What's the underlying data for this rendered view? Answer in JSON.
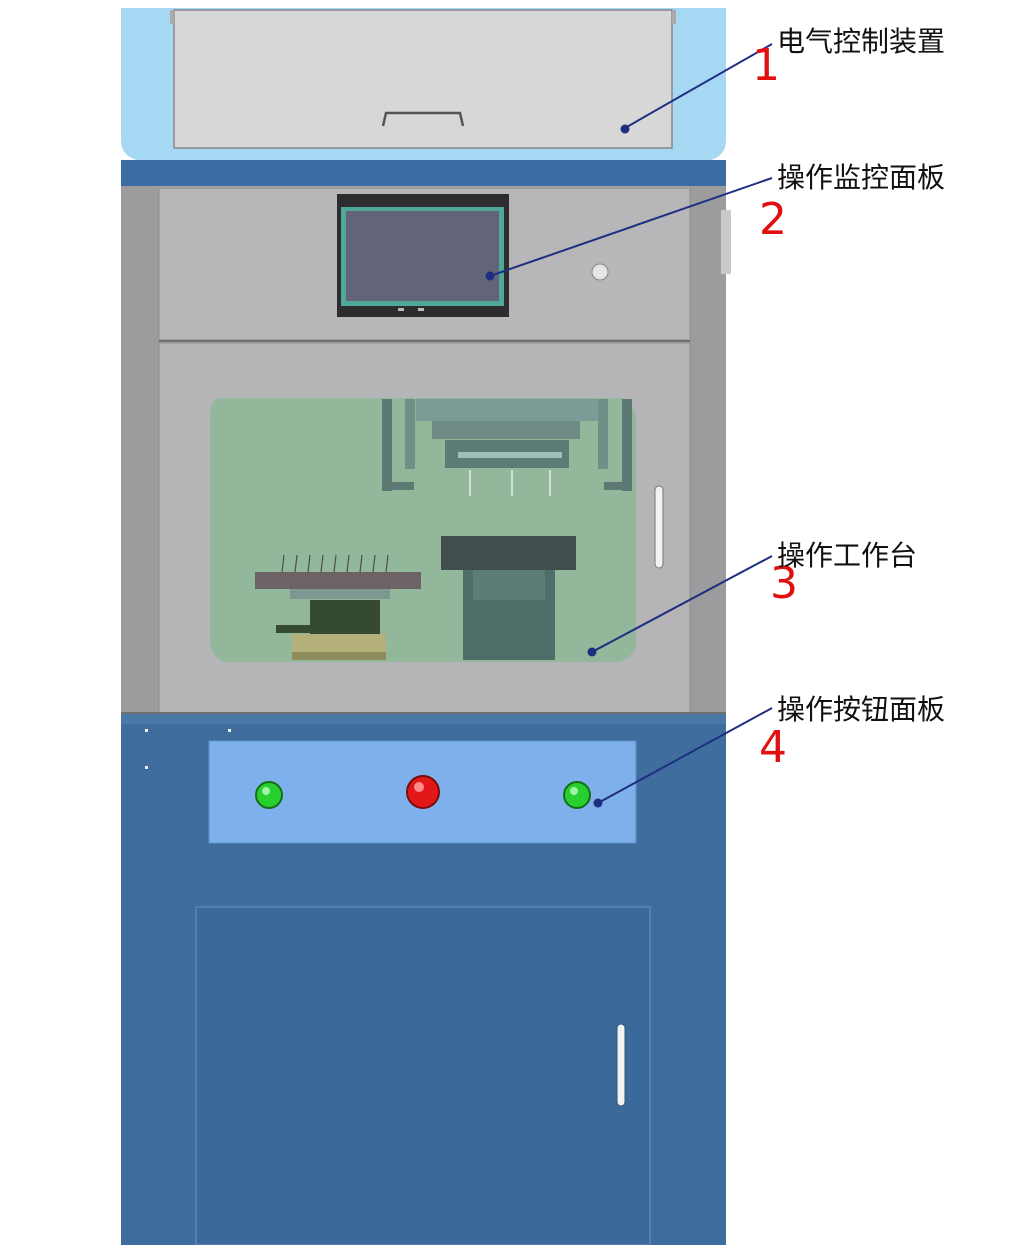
{
  "callouts": [
    {
      "number": "1",
      "label": "电气控制装置",
      "target": "electrical-control-unit"
    },
    {
      "number": "2",
      "label": "操作监控面板",
      "target": "monitor-panel"
    },
    {
      "number": "3",
      "label": "操作工作台",
      "target": "workbench"
    },
    {
      "number": "4",
      "label": "操作按钮面板",
      "target": "button-panel"
    }
  ],
  "colors": {
    "cabinet_blue": "#3f6e9e",
    "top_blue": "#a6d8f3",
    "steel": "#b4b4b6",
    "button_panel": "#7eb1ec",
    "window_green": "#93b79a",
    "leader_line": "#1e2e80",
    "callout_number": "#e01010",
    "stop_button": "#e21818",
    "start_button": "#27d02e"
  },
  "buttons": [
    {
      "name": "green-button-left",
      "color": "green"
    },
    {
      "name": "emergency-stop-button",
      "color": "red"
    },
    {
      "name": "green-button-right",
      "color": "green"
    }
  ]
}
